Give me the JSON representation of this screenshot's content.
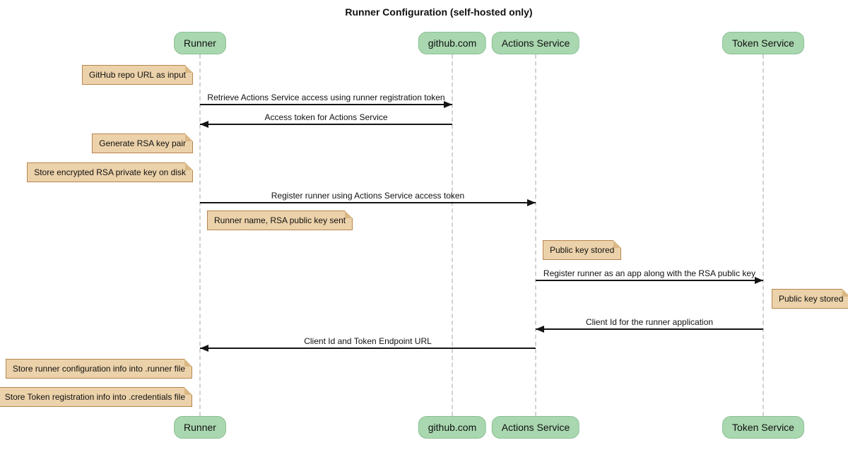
{
  "title": "Runner Configuration (self-hosted only)",
  "diagram_type": "sequence-diagram",
  "colors": {
    "background": "#ffffff",
    "participant_fill": "#a9d7af",
    "participant_border": "#8cc096",
    "note_fill": "#ecd2aa",
    "note_border": "#b7854e",
    "lifeline": "#d2d2d2",
    "arrow": "#141414",
    "text": "#111111"
  },
  "participants": [
    {
      "id": "runner",
      "label": "Runner"
    },
    {
      "id": "github",
      "label": "github.com"
    },
    {
      "id": "actions-service",
      "label": "Actions Service"
    },
    {
      "id": "token-service",
      "label": "Token Service"
    }
  ],
  "messages": [
    {
      "from": "Runner",
      "to": "github.com",
      "label": "Retrieve Actions Service access using runner registration token"
    },
    {
      "from": "github.com",
      "to": "Runner",
      "label": "Access token for Actions Service"
    },
    {
      "from": "Runner",
      "to": "Actions Service",
      "label": "Register runner using Actions Service access token"
    },
    {
      "from": "Actions Service",
      "to": "Token Service",
      "label": "Register runner as an app along with the RSA public key"
    },
    {
      "from": "Token Service",
      "to": "Actions Service",
      "label": "Client Id for the runner application"
    },
    {
      "from": "Actions Service",
      "to": "Runner",
      "label": "Client Id and Token Endpoint URL"
    }
  ],
  "notes": [
    {
      "anchor": "Runner",
      "side": "left",
      "label": "GitHub repo URL as input"
    },
    {
      "anchor": "Runner",
      "side": "left",
      "label": "Generate RSA key pair"
    },
    {
      "anchor": "Runner",
      "side": "left",
      "label": "Store encrypted RSA private key on disk"
    },
    {
      "anchor": "Runner",
      "side": "right",
      "label": "Runner name, RSA public key sent"
    },
    {
      "anchor": "Actions Service",
      "side": "right",
      "label": "Public key stored"
    },
    {
      "anchor": "Token Service",
      "side": "right",
      "label": "Public key stored"
    },
    {
      "anchor": "Runner",
      "side": "left",
      "label": "Store runner configuration info into .runner file"
    },
    {
      "anchor": "Runner",
      "side": "left",
      "label": "Store Token registration info into .credentials file"
    }
  ]
}
